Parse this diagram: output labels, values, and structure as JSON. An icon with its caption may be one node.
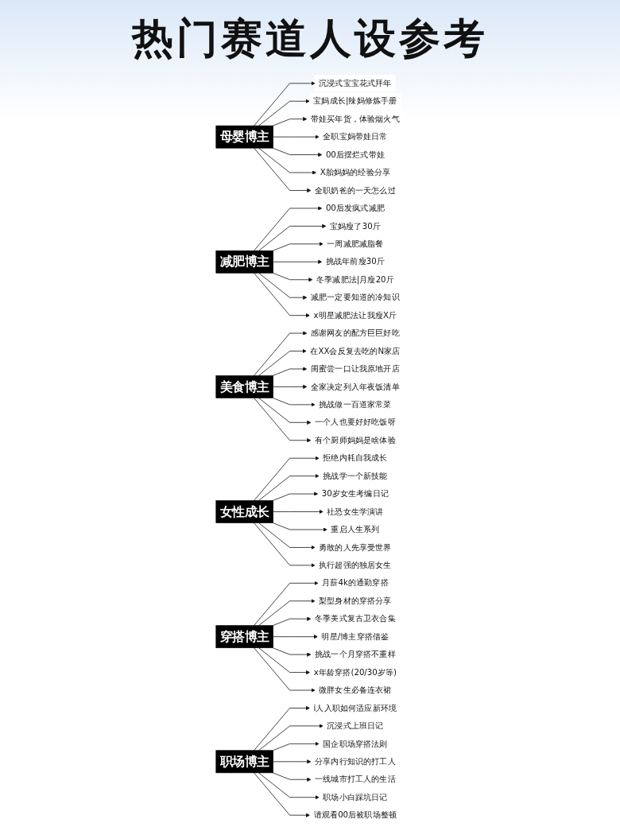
{
  "diagram": {
    "title": "热门赛道人设参考",
    "nodes": [
      {
        "text": [
          "母婴博主"
        ]
      },
      {
        "text": [
          "沉浸式宝宝花式拜年"
        ]
      },
      {
        "text": [
          "宝妈成长|辣妈修炼手册"
        ]
      },
      {
        "text": [
          "带娃买年货，体验烟火气"
        ]
      },
      {
        "text": [
          "全职宝妈带娃日常"
        ]
      },
      {
        "text": [
          "00后摆烂式带娃"
        ]
      },
      {
        "text": [
          "X胎妈妈的经验分享"
        ]
      },
      {
        "text": [
          "全职奶爸的一天怎么过"
        ]
      },
      {
        "text": [
          "减肥博主"
        ]
      },
      {
        "text": [
          "00后发疯式减肥"
        ]
      },
      {
        "text": [
          "宝妈瘦了30斤"
        ]
      },
      {
        "text": [
          "一周减肥减脂餐"
        ]
      },
      {
        "text": [
          "挑战年前瘦30斤"
        ]
      },
      {
        "text": [
          "冬季减肥法|月瘦20斤"
        ]
      },
      {
        "text": [
          "减肥一定要知道的冷知识"
        ]
      },
      {
        "text": [
          "x明星减肥法让我瘦X斤"
        ]
      },
      {
        "text": [
          "美食博主"
        ]
      },
      {
        "text": [
          "感谢网友的配方巨巨好吃"
        ]
      },
      {
        "text": [
          "在XX会反复去吃的N家店"
        ]
      },
      {
        "text": [
          "闺蜜尝一口让我原地开店"
        ]
      },
      {
        "text": [
          "全家决定列入年夜饭清单"
        ]
      },
      {
        "text": [
          "挑战做一百道家常菜"
        ]
      },
      {
        "text": [
          "一个人也要好好吃饭呀"
        ]
      },
      {
        "text": [
          "有个厨师妈妈是啥体验"
        ]
      },
      {
        "text": [
          "女性成长"
        ]
      },
      {
        "text": [
          "拒绝内耗自我成长"
        ]
      },
      {
        "text": [
          "挑战学一个新技能"
        ]
      },
      {
        "text": [
          "30岁女生考编日记"
        ]
      },
      {
        "text": [
          "社恐女生学演讲"
        ]
      },
      {
        "text": [
          "重启人生系列"
        ]
      },
      {
        "text": [
          "勇敢的人先享受世界"
        ]
      },
      {
        "text": [
          "执行超强的独居女生"
        ]
      },
      {
        "text": [
          "穿搭博主"
        ]
      },
      {
        "text": [
          "月薪4k的通勤穿搭"
        ]
      },
      {
        "text": [
          "梨型身材的穿搭分享"
        ]
      },
      {
        "text": [
          "冬季美式复古卫衣合集"
        ]
      },
      {
        "text": [
          "明星/博主穿搭借鉴"
        ]
      },
      {
        "text": [
          "挑战一个月穿搭不重样"
        ]
      },
      {
        "text": [
          "x年龄穿搭(20/30岁等)"
        ]
      },
      {
        "text": [
          "微胖女生必备连衣裙"
        ]
      },
      {
        "text": [
          "职场博主"
        ]
      },
      {
        "text": [
          "i人入职如何适应新环境"
        ]
      },
      {
        "text": [
          "沉浸式上班日记"
        ]
      },
      {
        "text": [
          "国企职场穿搭法则"
        ]
      },
      {
        "text": [
          "分享内行知识的打工人"
        ]
      },
      {
        "text": [
          "一线城市打工人的生活"
        ]
      },
      {
        "text": [
          "职场小白踩坑日记"
        ]
      },
      {
        "text": [
          "请观看00后被职场整顿"
        ]
      }
    ],
    "edges": [
      {
        "from": 0,
        "to": 1,
        "arrow": "to"
      },
      {
        "from": 0,
        "to": 2,
        "arrow": "to"
      },
      {
        "from": 0,
        "to": 3,
        "arrow": "to"
      },
      {
        "from": 0,
        "to": 4,
        "arrow": "to"
      },
      {
        "from": 0,
        "to": 5,
        "arrow": "to"
      },
      {
        "from": 0,
        "to": 6,
        "arrow": "to"
      },
      {
        "from": 0,
        "to": 7,
        "arrow": "to"
      },
      {
        "from": 8,
        "to": 9,
        "arrow": "to"
      },
      {
        "from": 8,
        "to": 10,
        "arrow": "to"
      },
      {
        "from": 8,
        "to": 11,
        "arrow": "to"
      },
      {
        "from": 8,
        "to": 12,
        "arrow": "to"
      },
      {
        "from": 8,
        "to": 13,
        "arrow": "to"
      },
      {
        "from": 8,
        "to": 14,
        "arrow": "to"
      },
      {
        "from": 8,
        "to": 15,
        "arrow": "to"
      },
      {
        "from": 16,
        "to": 17,
        "arrow": "to"
      },
      {
        "from": 16,
        "to": 18,
        "arrow": "to"
      },
      {
        "from": 16,
        "to": 19,
        "arrow": "to"
      },
      {
        "from": 16,
        "to": 20,
        "arrow": "to"
      },
      {
        "from": 16,
        "to": 21,
        "arrow": "to"
      },
      {
        "from": 16,
        "to": 22,
        "arrow": "to"
      },
      {
        "from": 16,
        "to": 23,
        "arrow": "to"
      },
      {
        "from": 24,
        "to": 25,
        "arrow": "to"
      },
      {
        "from": 24,
        "to": 26,
        "arrow": "to"
      },
      {
        "from": 24,
        "to": 27,
        "arrow": "to"
      },
      {
        "from": 24,
        "to": 28,
        "arrow": "to"
      },
      {
        "from": 24,
        "to": 29,
        "arrow": "to"
      },
      {
        "from": 24,
        "to": 30,
        "arrow": "to"
      },
      {
        "from": 24,
        "to": 31,
        "arrow": "to"
      },
      {
        "from": 32,
        "to": 33,
        "arrow": "to"
      },
      {
        "from": 32,
        "to": 34,
        "arrow": "to"
      },
      {
        "from": 32,
        "to": 35,
        "arrow": "to"
      },
      {
        "from": 32,
        "to": 36,
        "arrow": "to"
      },
      {
        "from": 32,
        "to": 37,
        "arrow": "to"
      },
      {
        "from": 32,
        "to": 38,
        "arrow": "to"
      },
      {
        "from": 32,
        "to": 39,
        "arrow": "to"
      },
      {
        "from": 40,
        "to": 41,
        "arrow": "to"
      },
      {
        "from": 40,
        "to": 42,
        "arrow": "to"
      },
      {
        "from": 40,
        "to": 43,
        "arrow": "to"
      },
      {
        "from": 40,
        "to": 44,
        "arrow": "to"
      },
      {
        "from": 40,
        "to": 45,
        "arrow": "to"
      },
      {
        "from": 40,
        "to": 46,
        "arrow": "to"
      },
      {
        "from": 40,
        "to": 47,
        "arrow": "to"
      }
    ]
  }
}
